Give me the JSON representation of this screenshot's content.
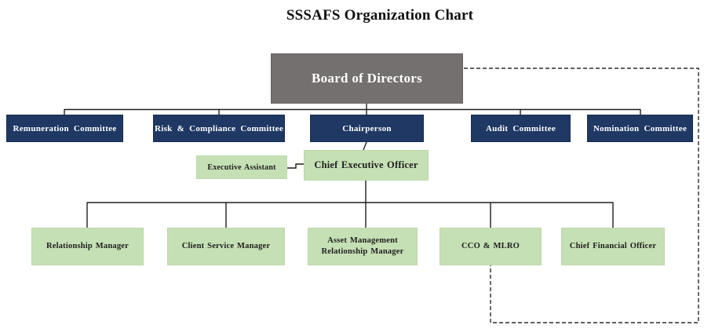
{
  "title": "SSSAFS Organization Chart",
  "colors": {
    "board_fill": "#757070",
    "committee_fill": "#1F3864",
    "role_fill": "#C5E0B4",
    "solid_line": "#1f1f1f",
    "dashed_line": "#2b2b2b"
  },
  "org": {
    "board": {
      "label": "Board of Directors"
    },
    "committees": [
      {
        "label": "Remuneration Committee"
      },
      {
        "label": "Risk & Compliance Committee"
      },
      {
        "label": "Chairperson"
      },
      {
        "label": "Audit Committee"
      },
      {
        "label": "Nomination Committee"
      }
    ],
    "executive_assistant": {
      "label": "Executive Assistant"
    },
    "ceo": {
      "label": "Chief Executive Officer"
    },
    "reports": [
      {
        "label": "Relationship Manager"
      },
      {
        "label": "Client Service Manager"
      },
      {
        "label": "Asset Management Relationship Manager"
      },
      {
        "label": "CCO & MLRO"
      },
      {
        "label": "Chief Financial Officer"
      }
    ]
  }
}
